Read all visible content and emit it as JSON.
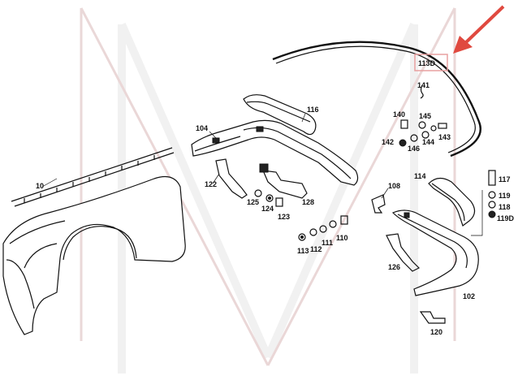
{
  "diagram": {
    "labels": [
      {
        "id": "10",
        "text": "10"
      },
      {
        "id": "104",
        "text": "104"
      },
      {
        "id": "116",
        "text": "116"
      },
      {
        "id": "113D",
        "text": "113D"
      },
      {
        "id": "140",
        "text": "140"
      },
      {
        "id": "141",
        "text": "141"
      },
      {
        "id": "145",
        "text": "145"
      },
      {
        "id": "144",
        "text": "144"
      },
      {
        "id": "143",
        "text": "143"
      },
      {
        "id": "142",
        "text": "142"
      },
      {
        "id": "146",
        "text": "146"
      },
      {
        "id": "122",
        "text": "122"
      },
      {
        "id": "125",
        "text": "125"
      },
      {
        "id": "124",
        "text": "124"
      },
      {
        "id": "123",
        "text": "123"
      },
      {
        "id": "128",
        "text": "128"
      },
      {
        "id": "108",
        "text": "108"
      },
      {
        "id": "114",
        "text": "114"
      },
      {
        "id": "117",
        "text": "117"
      },
      {
        "id": "119",
        "text": "119"
      },
      {
        "id": "118",
        "text": "118"
      },
      {
        "id": "119D",
        "text": "119D"
      },
      {
        "id": "110",
        "text": "110"
      },
      {
        "id": "111",
        "text": "111"
      },
      {
        "id": "112",
        "text": "112"
      },
      {
        "id": "113",
        "text": "113"
      },
      {
        "id": "126",
        "text": "126"
      },
      {
        "id": "102",
        "text": "102"
      },
      {
        "id": "120",
        "text": "120"
      }
    ],
    "highlight": {
      "label": "113D",
      "color": "#e0493f"
    },
    "colors": {
      "line": "#111111",
      "watermark": "#d9b8b8",
      "background": "#ffffff"
    }
  }
}
